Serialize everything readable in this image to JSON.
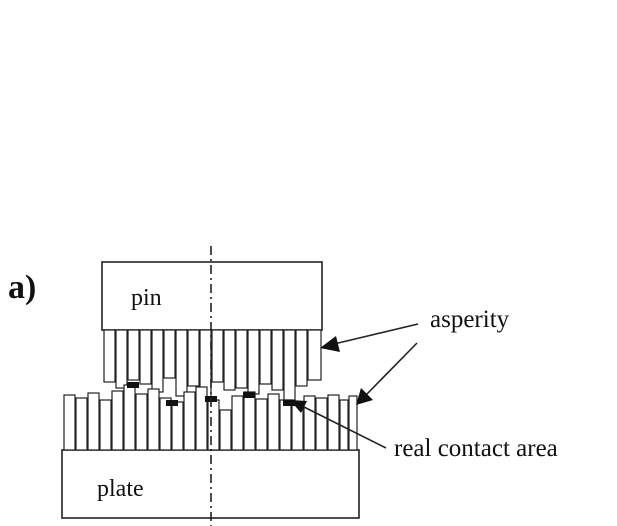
{
  "figure": {
    "panel_label": "a)",
    "pin_label": "pin",
    "plate_label": "plate",
    "annotations": {
      "asperity": "asperity",
      "real_contact_area": "real contact area"
    },
    "colors": {
      "line": "#222222",
      "contact": "#111111",
      "background": "#ffffff"
    }
  }
}
